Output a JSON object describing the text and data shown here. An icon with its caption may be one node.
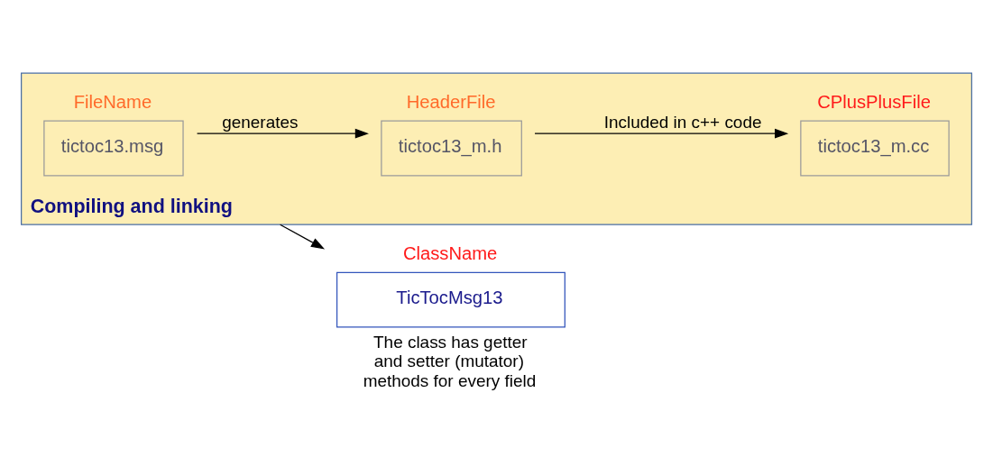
{
  "diagram": {
    "nodes": [
      {
        "text": [
          "Compiling and linking"
        ]
      },
      {
        "text": [
          "FileName",
          "tictoc13.msg"
        ],
        "in": 0
      },
      {
        "text": [
          "HeaderFile",
          "tictoc13_m.h"
        ],
        "in": 0
      },
      {
        "text": [
          "CPlusPlusFile",
          "tictoc13_m.cc"
        ],
        "in": 0
      },
      {
        "text": [
          "ClassName",
          "TicTocMsg13"
        ],
        "beside": [
          "The class has getter and setter (mutator) methods for every field"
        ]
      }
    ],
    "edges": [
      {
        "from": 1,
        "to": 2,
        "arrow": "to",
        "label": "generates"
      },
      {
        "from": 2,
        "to": 3,
        "arrow": "to",
        "label": "Included in c++ code"
      },
      {
        "from": 0,
        "to": 4,
        "arrow": "to"
      }
    ]
  }
}
